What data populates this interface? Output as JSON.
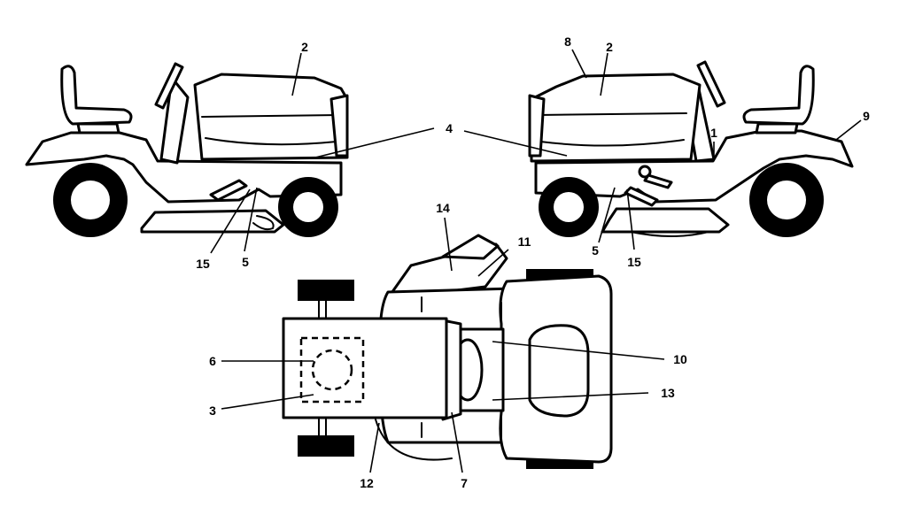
{
  "colors": {
    "ink": "#000000",
    "paper": "#ffffff"
  },
  "callouts": {
    "left_view": {
      "n2": "2",
      "n4": "4",
      "n5": "5",
      "n15": "15"
    },
    "right_view": {
      "n8": "8",
      "n2": "2",
      "n1": "1",
      "n9": "9",
      "n5": "5",
      "n15": "15"
    },
    "top_view": {
      "n14": "14",
      "n11": "11",
      "n6": "6",
      "n3": "3",
      "n10": "10",
      "n13": "13",
      "n12": "12",
      "n7": "7"
    }
  }
}
